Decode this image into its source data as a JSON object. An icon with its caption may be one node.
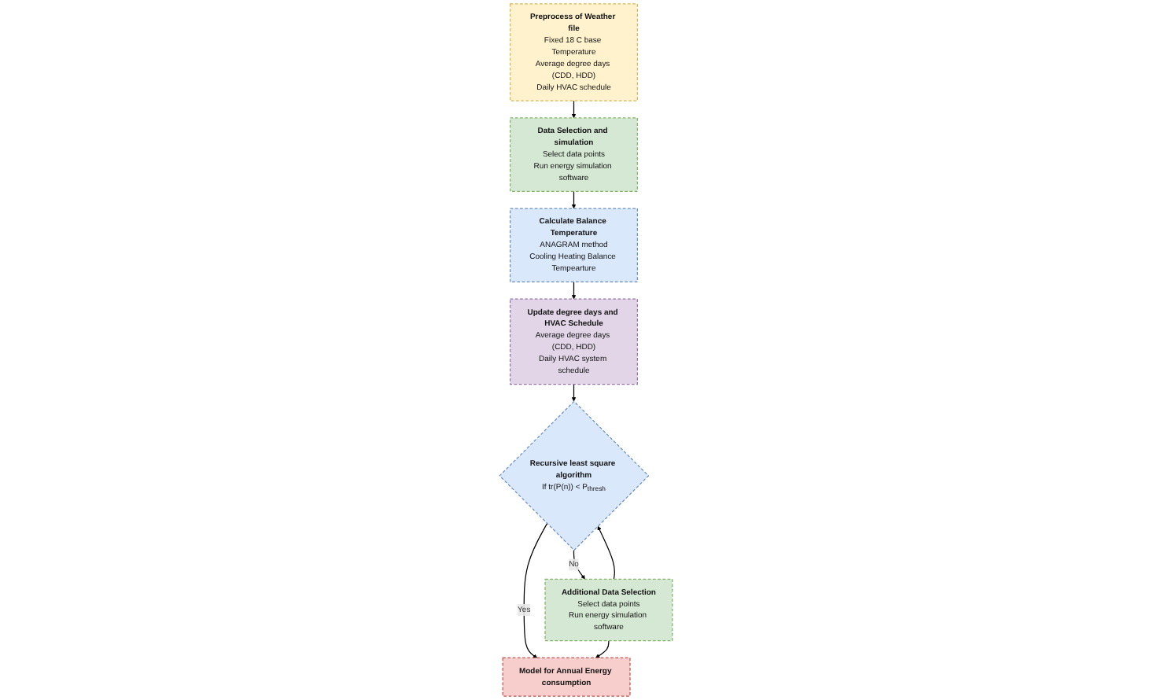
{
  "diagram": {
    "nodes": [
      {
        "text": [
          "Preprocess of Weather file",
          "Fixed 18 C base Temperature",
          "Average degree days (CDD, HDD)",
          "Daily HVAC schedule"
        ]
      },
      {
        "text": [
          "Data Selection and simulation",
          "Select data points",
          "Run energy simulation software"
        ]
      },
      {
        "text": [
          "Calculate Balance Temperature",
          "ANAGRAM method",
          "Cooling Heating Balance Tempearture"
        ]
      },
      {
        "text": [
          "Update degree days and HVAC Schedule",
          "Average degree days (CDD, HDD)",
          "Daily HVAC system schedule"
        ]
      },
      {
        "text": [
          "Recursive least square algorithm",
          "If tr(P(n)) < P$_{thresh}$"
        ]
      },
      {
        "text": [
          "Additional Data Selection",
          "Select data points",
          "Run energy simulation software"
        ]
      },
      {
        "text": [
          "Model for Annual Energy consumption"
        ]
      }
    ],
    "edges": [
      {
        "from": 0,
        "to": 1,
        "arrow": "to"
      },
      {
        "from": 1,
        "to": 2,
        "arrow": "to"
      },
      {
        "from": 2,
        "to": 3,
        "arrow": "to"
      },
      {
        "from": 3,
        "to": 4,
        "arrow": "to"
      },
      {
        "from": 4,
        "to": 5,
        "arrow": "to",
        "label": "No"
      },
      {
        "from": 5,
        "to": 4,
        "arrow": "to"
      },
      {
        "from": 4,
        "to": 6,
        "arrow": "to",
        "label": "Yes"
      },
      {
        "from": 5,
        "to": 6,
        "arrow": "to"
      }
    ]
  }
}
